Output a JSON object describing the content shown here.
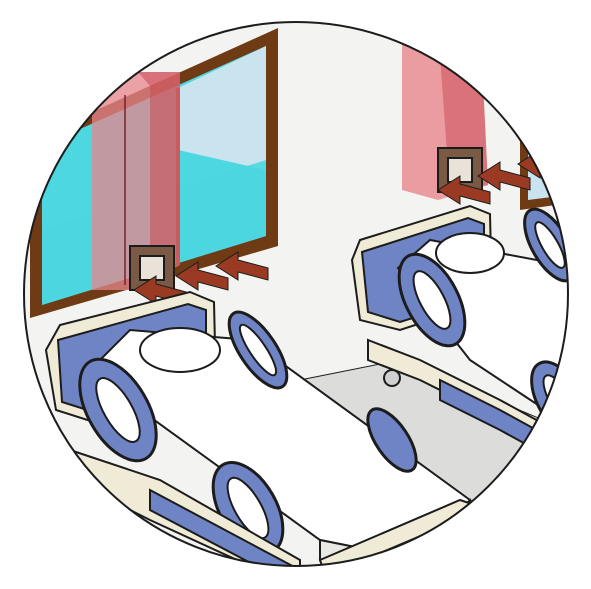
{
  "scene": {
    "subject": "hospital-ward-beds-with-airflow-units",
    "colors": {
      "wall": "#f3f3f1",
      "floor": "#dcdcda",
      "window_frame": "#6e3b14",
      "glass_cyan": "#4dd7e0",
      "glass_sky": "#c9e4ee",
      "airflow_zone": "#e8868c",
      "airflow_zone_dark": "#c94a52",
      "arrow": "#9b3a22",
      "bed_rail": "#6f84c4",
      "bed_rail_dark": "#3d4f8f",
      "bed_frame": "#efebd6",
      "mattress": "#ffffff",
      "outline": "#1c1c1c"
    },
    "beds": 2,
    "airflow_units": 2
  }
}
